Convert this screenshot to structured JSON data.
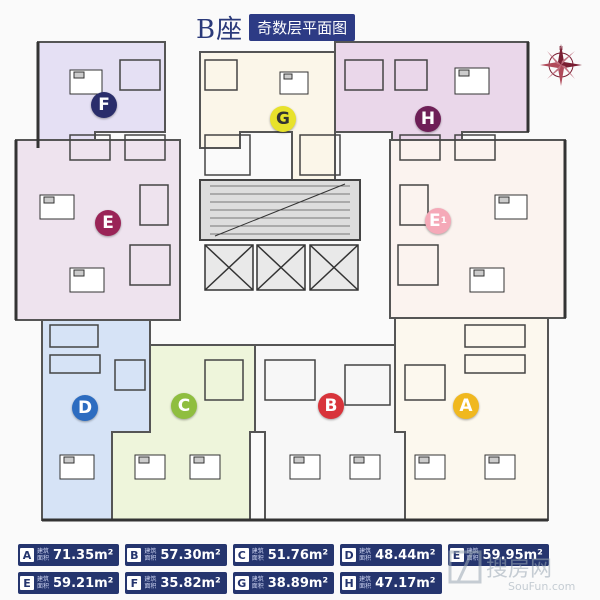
{
  "header": {
    "building": "B座",
    "subtitle": "奇数层平面图"
  },
  "units": [
    {
      "id": "A",
      "color": "#f0b81f"
    },
    {
      "id": "B",
      "color": "#d8343b"
    },
    {
      "id": "C",
      "color": "#8fbe3f"
    },
    {
      "id": "D",
      "color": "#2d6cc0"
    },
    {
      "id": "E",
      "color": "#9a2457"
    },
    {
      "id": "E1",
      "label": "E",
      "sub": "1",
      "color": "#f5a9b8"
    },
    {
      "id": "F",
      "color": "#2a2d6b"
    },
    {
      "id": "G",
      "color": "#e8e22b"
    },
    {
      "id": "H",
      "color": "#6e1f57"
    }
  ],
  "legend": {
    "caption": "建筑面积",
    "rows": [
      [
        {
          "letter": "A",
          "area": "71.35m²"
        },
        {
          "letter": "B",
          "area": "57.30m²"
        },
        {
          "letter": "C",
          "area": "51.76m²"
        },
        {
          "letter": "D",
          "area": "48.44m²"
        },
        {
          "letter": "E",
          "area": "59.95m²"
        }
      ],
      [
        {
          "letter": "E",
          "area": "59.21m²"
        },
        {
          "letter": "F",
          "area": "35.82m²"
        },
        {
          "letter": "G",
          "area": "38.89m²"
        },
        {
          "letter": "H",
          "area": "47.17m²"
        }
      ]
    ]
  },
  "watermark": {
    "text": "搜房网",
    "url": "SouFun.com"
  }
}
